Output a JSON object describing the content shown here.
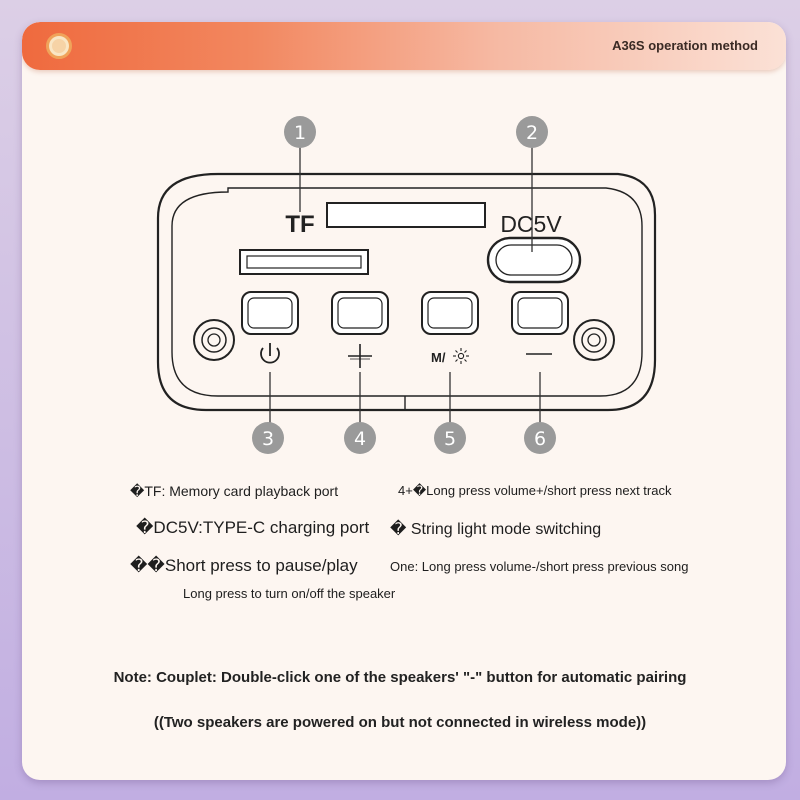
{
  "header": {
    "title": "A36S operation method",
    "badge_icon": "medallion-icon",
    "colors": {
      "accent": "#ef6a3e",
      "fade": "#fbe1d6"
    }
  },
  "panel": {
    "tf_label": "TF",
    "dc_label": "DC5V",
    "button_symbols": {
      "mode_label": "M/",
      "power_icon": "power-icon",
      "plus_icon": "plus-icon",
      "minus_icon": "minus-icon",
      "light_icon": "sun-icon"
    },
    "callouts": [
      "1",
      "2",
      "3",
      "4",
      "5",
      "6"
    ],
    "callout_color": "#9a9a9a"
  },
  "instructions": {
    "tf": "�TF: Memory card playback port",
    "dc": "�DC5V:TYPE-C charging port",
    "short_press": "��Short press to pause/play",
    "long_press": "Long press to turn on/off the speaker",
    "plus": "4+�Long press volume+/short press next track",
    "light": "� String light mode switching",
    "minus": "One: Long press volume-/short press previous song"
  },
  "notes": {
    "line1": "Note: Couplet: Double-click one of the speakers' \"-\" button for automatic pairing",
    "line2": "((Two speakers are powered on but not connected in wireless mode))"
  }
}
